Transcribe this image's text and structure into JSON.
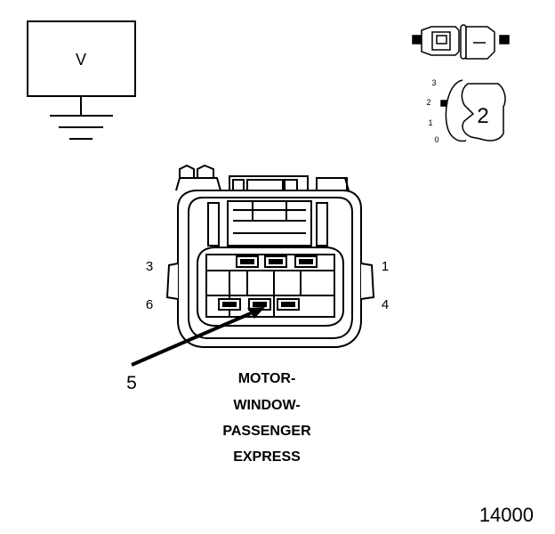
{
  "meter": {
    "label": "V"
  },
  "selector": {
    "positions": [
      "3",
      "2",
      "1",
      "0"
    ],
    "selected": "2"
  },
  "connector": {
    "pins": {
      "p1": "1",
      "p3": "3",
      "p4": "4",
      "p5": "5",
      "p6": "6"
    }
  },
  "caption": {
    "line1": "MOTOR-",
    "line2": "WINDOW-",
    "line3": "PASSENGER",
    "line4": "EXPRESS"
  },
  "figure_number": "14000",
  "colors": {
    "ink": "#000000",
    "background": "#ffffff"
  }
}
